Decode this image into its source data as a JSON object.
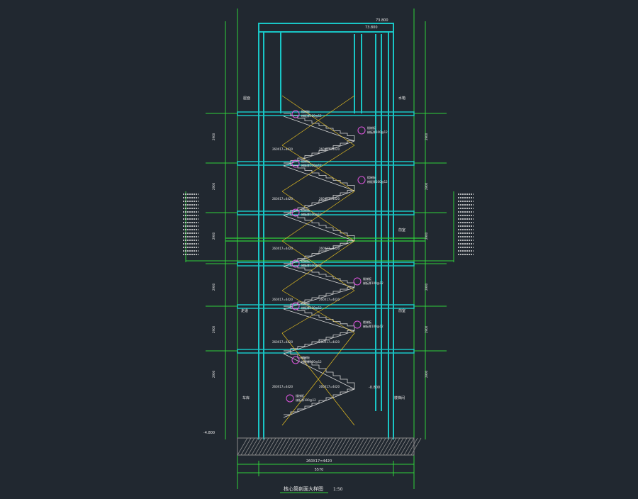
{
  "drawing": {
    "title": "核心筒剖面大样图",
    "scale": "1:50",
    "roof_elev": "73.800",
    "landing_elev": "-0.800",
    "bottom_elev": "-4.800",
    "roof_right_elev": "73.800"
  },
  "room_labels": {
    "roof_left": "屋面",
    "machine": "水箱",
    "corridor": "走道",
    "room": "前室",
    "bottom_left": "车库",
    "bottom_right": "楼梯间",
    "right_room": "前室"
  },
  "stair_notes": {
    "tag": "楼梯板",
    "note": "梯板厚100@12"
  },
  "dim_labels": {
    "flight": "260X17=4420",
    "floor": "2900",
    "bottom_span": "5570"
  },
  "colors": {
    "background": "#212830",
    "structure": "#19c6c6",
    "grid": "#2fd13a",
    "stairs": "#d7d7d7",
    "tags": "#e055e0",
    "hatch": "#8a8a8a",
    "text": "#e8e8e8",
    "yellow": "#e8c020"
  }
}
